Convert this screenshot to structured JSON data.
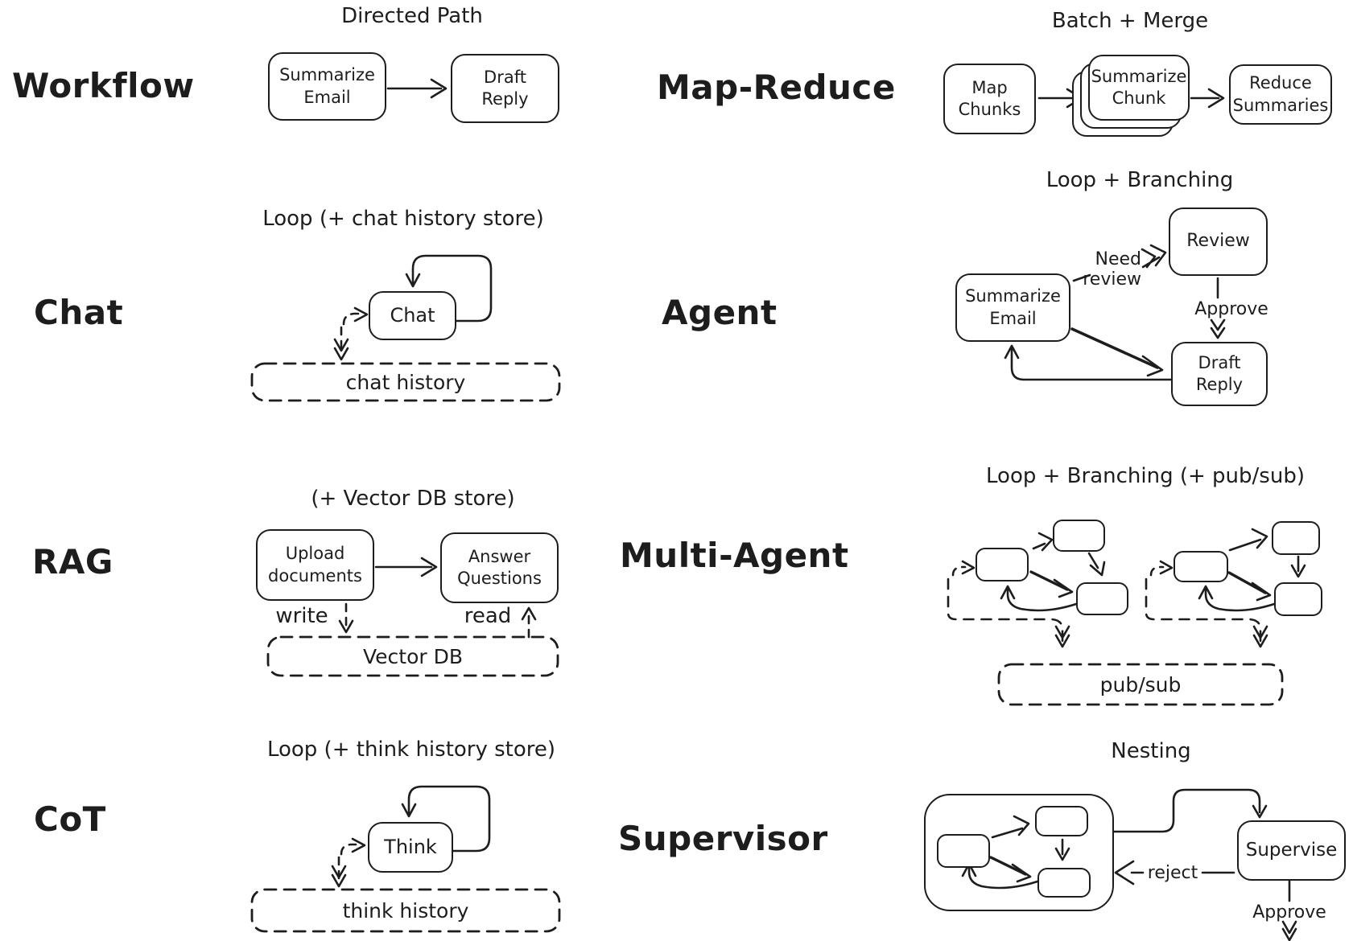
{
  "page": {
    "background": "#ffffff",
    "ink": "#1d1d1d"
  },
  "panels": {
    "workflow": {
      "label": "Workflow",
      "title": "Directed Path",
      "nodes": {
        "summarize_email": [
          "Summarize",
          "Email"
        ],
        "draft_reply": [
          "Draft",
          "Reply"
        ]
      }
    },
    "map_reduce": {
      "label": "Map-Reduce",
      "title": "Batch + Merge",
      "nodes": {
        "map_chunks": [
          "Map",
          "Chunks"
        ],
        "summarize_chunk": [
          "Summarize",
          "Chunk"
        ],
        "reduce_summaries": [
          "Reduce",
          "Summaries"
        ]
      }
    },
    "chat": {
      "label": "Chat",
      "title": "Loop (+ chat history store)",
      "nodes": {
        "chat": "Chat"
      },
      "store": "chat history"
    },
    "agent": {
      "label": "Agent",
      "title": "Loop + Branching",
      "nodes": {
        "summarize_email": [
          "Summarize",
          "Email"
        ],
        "review": "Review",
        "draft_reply": [
          "Draft",
          "Reply"
        ]
      },
      "edge_labels": {
        "need_review": [
          "Need",
          "review"
        ],
        "approve": "Approve"
      }
    },
    "rag": {
      "label": "RAG",
      "title": "(+ Vector DB store)",
      "nodes": {
        "upload_documents": [
          "Upload",
          "documents"
        ],
        "answer_questions": [
          "Answer",
          "Questions"
        ]
      },
      "edge_labels": {
        "write": "write",
        "read": "read"
      },
      "store": "Vector DB"
    },
    "multi_agent": {
      "label": "Multi-Agent",
      "title": "Loop + Branching (+ pub/sub)",
      "store": "pub/sub"
    },
    "cot": {
      "label": "CoT",
      "title": "Loop (+ think history store)",
      "nodes": {
        "think": "Think"
      },
      "store": "think history"
    },
    "supervisor": {
      "label": "Supervisor",
      "title": "Nesting",
      "nodes": {
        "supervise": "Supervise"
      },
      "edge_labels": {
        "reject": "reject",
        "approve": "Approve"
      }
    }
  }
}
